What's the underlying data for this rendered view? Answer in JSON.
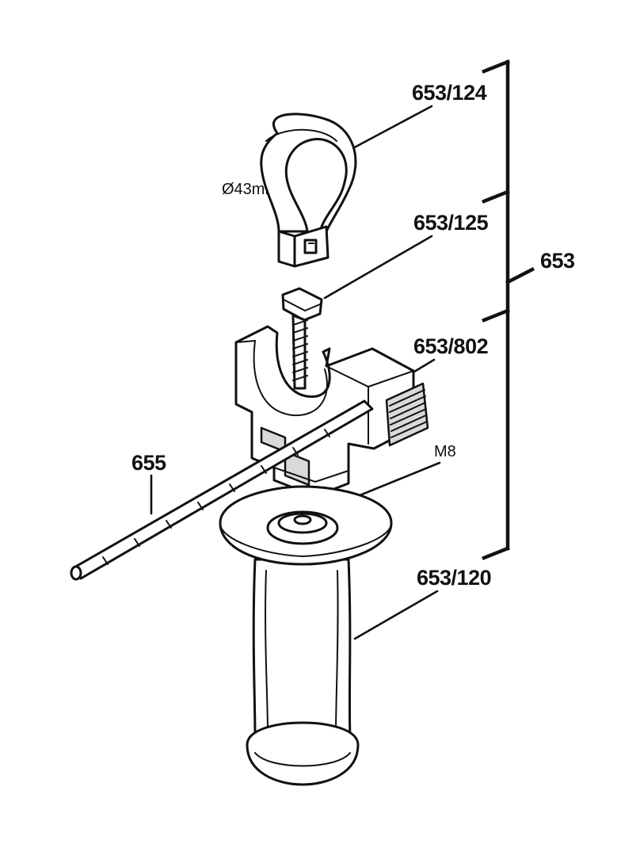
{
  "labels": {
    "clamp_band": "653/124",
    "clamp_screw": "653/125",
    "assembly": "653",
    "clamp_body": "653/802",
    "depth_rod": "655",
    "thread": "M8",
    "handle": "653/120",
    "diameter": "Ø43mm"
  },
  "colors": {
    "line": "#111111",
    "shade": "#d9d9d9",
    "background": "#ffffff"
  }
}
